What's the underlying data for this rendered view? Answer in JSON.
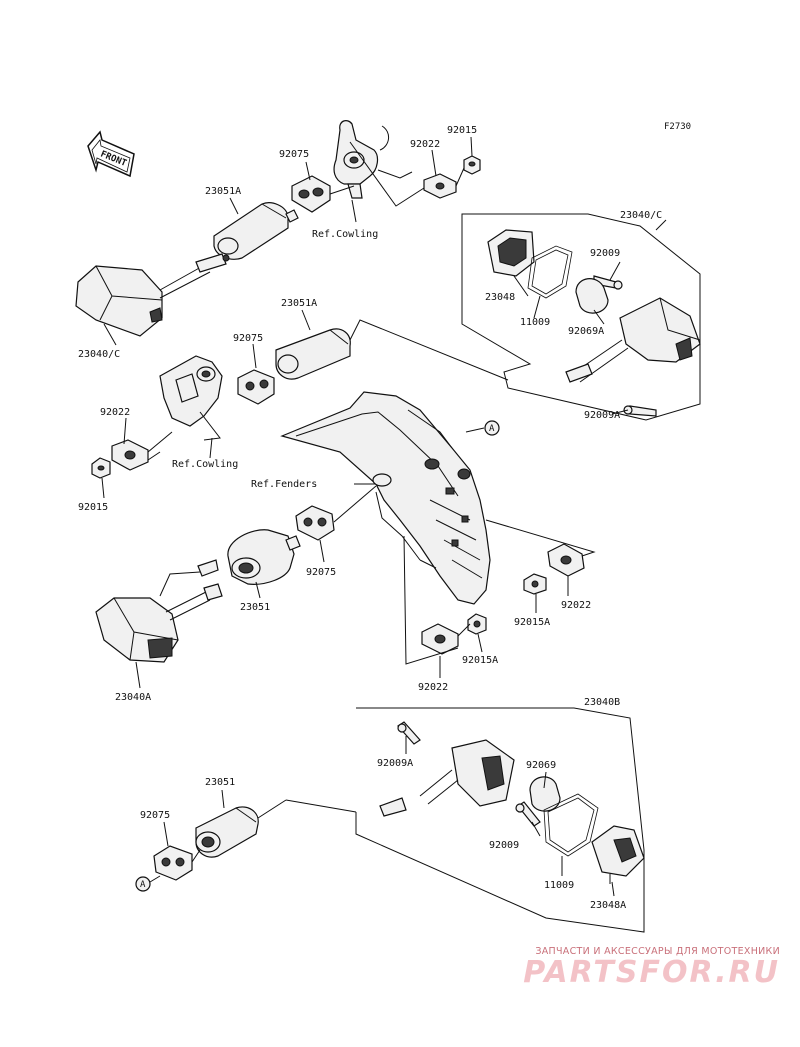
{
  "figure_code": "F2730",
  "front_label": "FRONT",
  "labels": {
    "l1": "92075",
    "l2": "92015",
    "l3": "92022",
    "l4": "23051A",
    "l5": "Ref.Cowling",
    "l6": "23040/C",
    "l7": "92009",
    "l8": "23048",
    "l9": "11009",
    "l10": "92069A",
    "l11": "23040/C",
    "l12": "23051A",
    "l13": "92075",
    "l14": "92022",
    "l15": "92009A",
    "l16": "Ref.Cowling",
    "l17": "92015",
    "l18": "Ref.Fenders",
    "l19": "92075",
    "l20": "23051",
    "l21": "92015A",
    "l22": "92022",
    "l23": "92015A",
    "l24": "23040A",
    "l25": "92022",
    "l26": "23040B",
    "l27": "92009A",
    "l28": "92069",
    "l29": "23051",
    "l30": "92075",
    "l31": "92009",
    "l32": "11009",
    "l33": "23048A"
  },
  "ref_marker": "A",
  "watermark": {
    "subtitle": "ЗАПЧАСТИ И АКСЕССУАРЫ ДЛЯ МОТОТЕХНИКИ",
    "brand": "PARTSFOR.RU"
  }
}
